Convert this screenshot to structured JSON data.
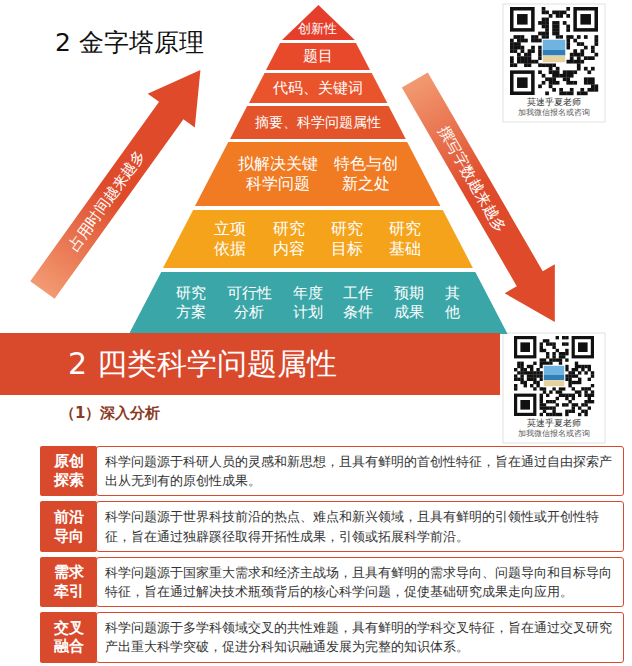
{
  "diagram": {
    "title": "2 金字塔原理",
    "nodes": [
      {
        "text": [
          "创新性"
        ]
      },
      {
        "text": [
          "题目"
        ]
      },
      {
        "text": [
          "代码、关键词"
        ]
      },
      {
        "text": [
          "摘要、科学问题属性"
        ]
      },
      {
        "text": [
          "拟解决关键科学问题",
          "特色与创新之处"
        ]
      },
      {
        "text": [
          "立项依据",
          "研究内容",
          "研究目标",
          "研究基础"
        ]
      },
      {
        "text": [
          "研究方案",
          "可行性分析",
          "年度计划",
          "工作条件",
          "预期成果",
          "其他"
        ]
      },
      {
        "text": [
          "占用时间越来越多"
        ]
      },
      {
        "text": [
          "撰写字数越来越多"
        ]
      },
      {
        "text": [
          "2 四类科学问题属性"
        ]
      },
      {
        "text": [
          "原创探索"
        ]
      },
      {
        "text": [
          "科学问题源于科研人员的灵感和新思想，且具有鲜明的首创性特征，旨在通过自由探索产出从无到有的原创性成果。"
        ]
      },
      {
        "text": [
          "前沿导向"
        ]
      },
      {
        "text": [
          "科学问题源于世界科技前沿的热点、难点和新兴领域，且具有鲜明的引领性或开创性特征，旨在通过独辟蹊径取得开拓性成果，引领或拓展科学前沿。"
        ]
      },
      {
        "text": [
          "需求牵引"
        ]
      },
      {
        "text": [
          "科学问题源于国家重大需求和经济主战场，且具有鲜明的需求导向、问题导向和目标导向特征，旨在通过解决技术瓶颈背后的核心科学问题，促使基础研究成果走向应用。"
        ]
      },
      {
        "text": [
          "交叉融合"
        ]
      },
      {
        "text": [
          "科学问题源于多学科领域交叉的共性难题，具有鲜明的学科交叉特征，旨在通过交叉研究产出重大科学突破，促进分科知识融通发展为完整的知识体系。"
        ]
      }
    ],
    "labels": [
      "莫速乎夏老师",
      "加我微信报名或咨询",
      "莫速乎夏老师",
      "加我微信报名或咨询",
      "（1）深入分析"
    ]
  }
}
